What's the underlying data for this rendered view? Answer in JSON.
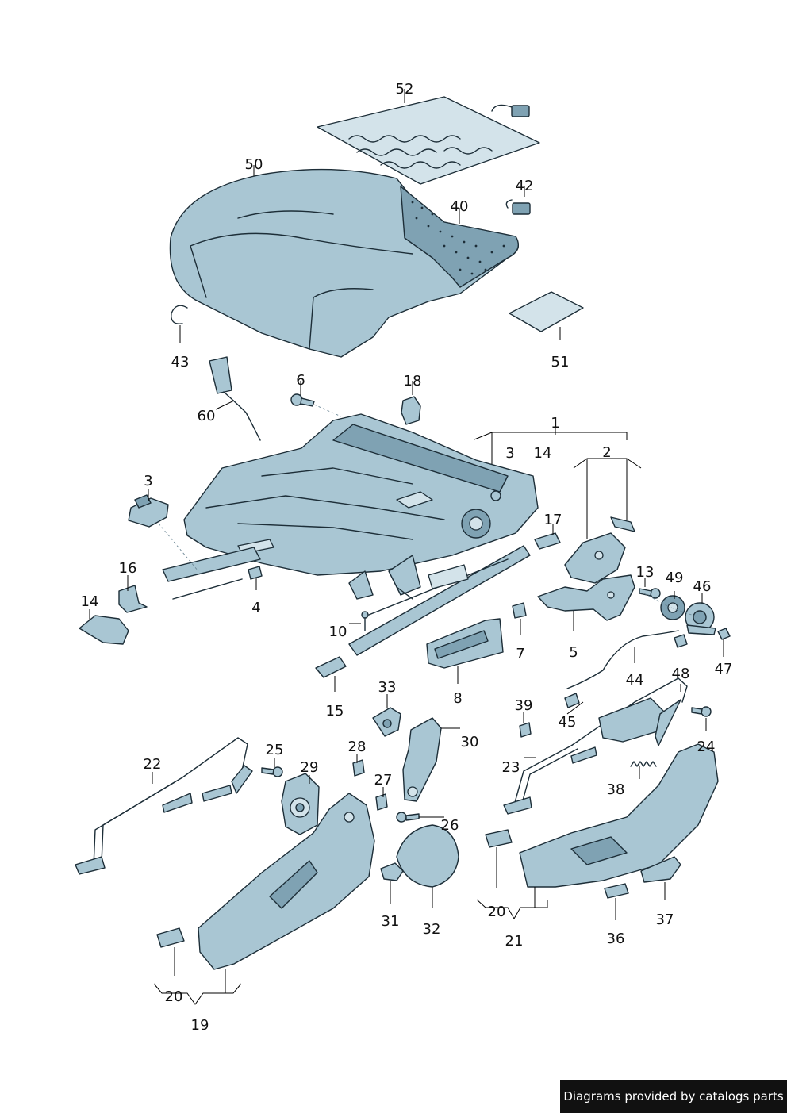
{
  "callouts": {
    "n52": "52",
    "n50": "50",
    "n42": "42",
    "n40": "40",
    "n43": "43",
    "n51": "51",
    "n6": "6",
    "n18": "18",
    "n60": "60",
    "n1": "1",
    "n3a": "3",
    "n14a": "14",
    "n2": "2",
    "n3b": "3",
    "n17": "17",
    "n16": "16",
    "n14b": "14",
    "n4": "4",
    "n13": "13",
    "n49": "49",
    "n46": "46",
    "n10": "10",
    "n7": "7",
    "n5": "5",
    "n47": "47",
    "n15": "15",
    "n44": "44",
    "n48": "48",
    "n8": "8",
    "n33": "33",
    "n39": "39",
    "n45": "45",
    "n30": "30",
    "n24": "24",
    "n22": "22",
    "n25": "25",
    "n29": "29",
    "n28": "28",
    "n23": "23",
    "n27": "27",
    "n38": "38",
    "n26": "26",
    "n20a": "20",
    "n31": "31",
    "n32": "32",
    "n21": "21",
    "n36": "36",
    "n37": "37",
    "n20b": "20",
    "n19": "19"
  },
  "footer": {
    "text": "Diagrams provided by catalogs parts"
  }
}
